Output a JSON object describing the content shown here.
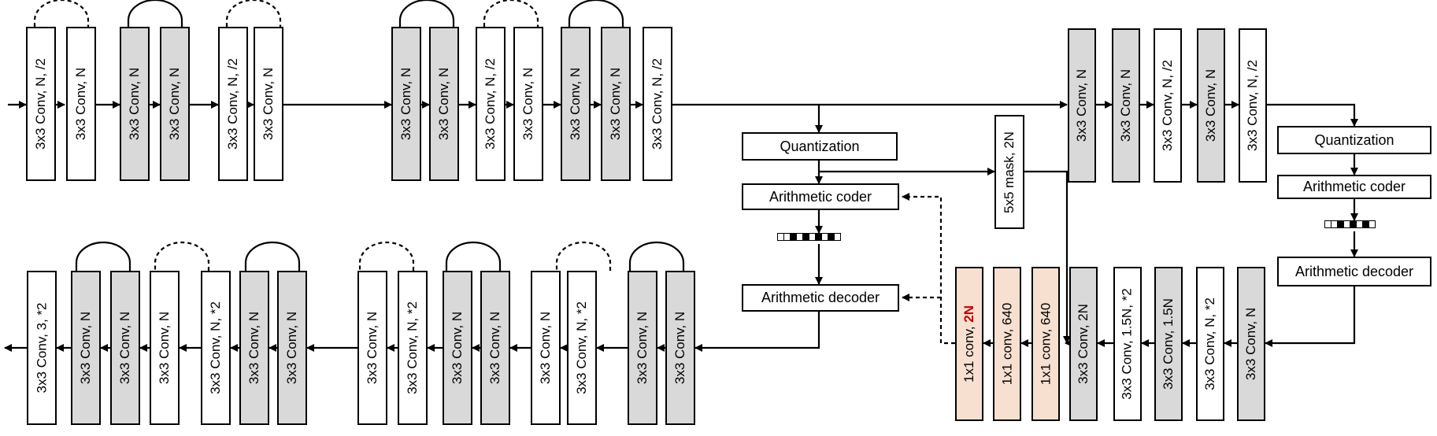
{
  "encoder": {
    "blocks": [
      {
        "label": "3x3 Conv, N, /2"
      },
      {
        "label": "3x3 Conv, N"
      },
      {
        "label": "3x3 Conv, N"
      },
      {
        "label": "3x3 Conv, N"
      },
      {
        "label": "3x3 Conv, N, /2"
      },
      {
        "label": "3x3 Conv, N"
      },
      {
        "label": "3x3 Conv, N"
      },
      {
        "label": "3x3 Conv, N"
      },
      {
        "label": "3x3 Conv, N, /2"
      },
      {
        "label": "3x3 Conv, N"
      },
      {
        "label": "3x3 Conv, N"
      },
      {
        "label": "3x3 Conv, N"
      },
      {
        "label": "3x3 Conv, N, /2"
      }
    ]
  },
  "hyper_encoder": {
    "blocks": [
      {
        "label": "3x3 Conv, N"
      },
      {
        "label": "3x3 Conv, N"
      },
      {
        "label": "3x3 Conv, N, /2"
      },
      {
        "label": "3x3 Conv, N"
      },
      {
        "label": "3x3 Conv, N, /2"
      }
    ]
  },
  "hyper_decoder": {
    "blocks": [
      {
        "label": "3x3 Conv, 2N"
      },
      {
        "label": "3x3 Conv, 1.5N, *2"
      },
      {
        "label": "3x3 Conv, 1.5N"
      },
      {
        "label": "3x3 Conv, N, *2"
      },
      {
        "label": "3x3 Conv, N"
      }
    ]
  },
  "entropy_params": {
    "blocks": [
      {
        "prefix": "1x1 conv, ",
        "highlight": "2N"
      },
      {
        "label": "1x1 conv, 640"
      },
      {
        "label": "1x1 conv, 640"
      }
    ]
  },
  "mask": {
    "label": "5x5 mask, 2N"
  },
  "decoder": {
    "blocks": [
      {
        "label": "3x3 Conv, 3, *2"
      },
      {
        "label": "3x3 Conv, N"
      },
      {
        "label": "3x3 Conv, N"
      },
      {
        "label": "3x3 Conv, N"
      },
      {
        "label": "3x3 Conv, N, *2"
      },
      {
        "label": "3x3 Conv, N"
      },
      {
        "label": "3x3 Conv, N"
      },
      {
        "label": "3x3 Conv, N"
      },
      {
        "label": "3x3 Conv, N, *2"
      },
      {
        "label": "3x3 Conv, N"
      },
      {
        "label": "3x3 Conv, N"
      },
      {
        "label": "3x3 Conv, N"
      },
      {
        "label": "3x3 Conv, N, *2"
      },
      {
        "label": "3x3 Conv, N"
      },
      {
        "label": "3x3 Conv, N"
      }
    ]
  },
  "main_path": {
    "quantization": "Quantization",
    "arithmetic_coder": "Arithmetic coder",
    "arithmetic_decoder": "Arithmetic decoder"
  },
  "hyper_path": {
    "quantization": "Quantization",
    "arithmetic_coder": "Arithmetic coder",
    "arithmetic_decoder": "Arithmetic decoder"
  },
  "colors": {
    "gray_block": "#d9d9d9",
    "peach_block": "#f8e0d0",
    "highlight_text": "#c00000",
    "line": "#000000"
  }
}
